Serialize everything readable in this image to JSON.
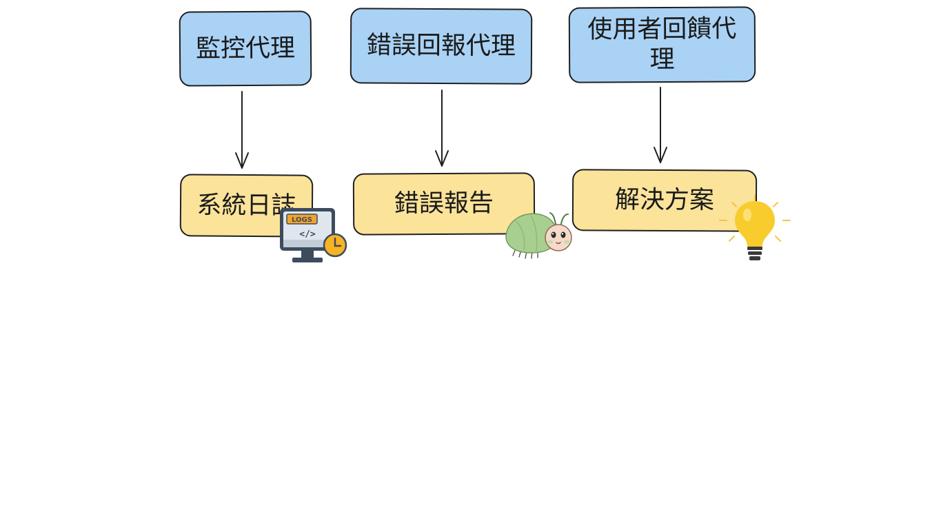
{
  "diagram": {
    "agents": [
      {
        "label": "監控代理"
      },
      {
        "label": "錯誤回報代理"
      },
      {
        "label": "使用者回饋代理"
      }
    ],
    "outputs": [
      {
        "label": "系統日誌"
      },
      {
        "label": "錯誤報告"
      },
      {
        "label": "解決方案"
      }
    ],
    "icons": {
      "logs_badge": "LOGS",
      "code_glyph": "</>"
    },
    "colors": {
      "agent_fill": "#a9d2f5",
      "output_fill": "#fbe39a",
      "stroke": "#1f1f1f",
      "background": "#ffffff"
    }
  }
}
